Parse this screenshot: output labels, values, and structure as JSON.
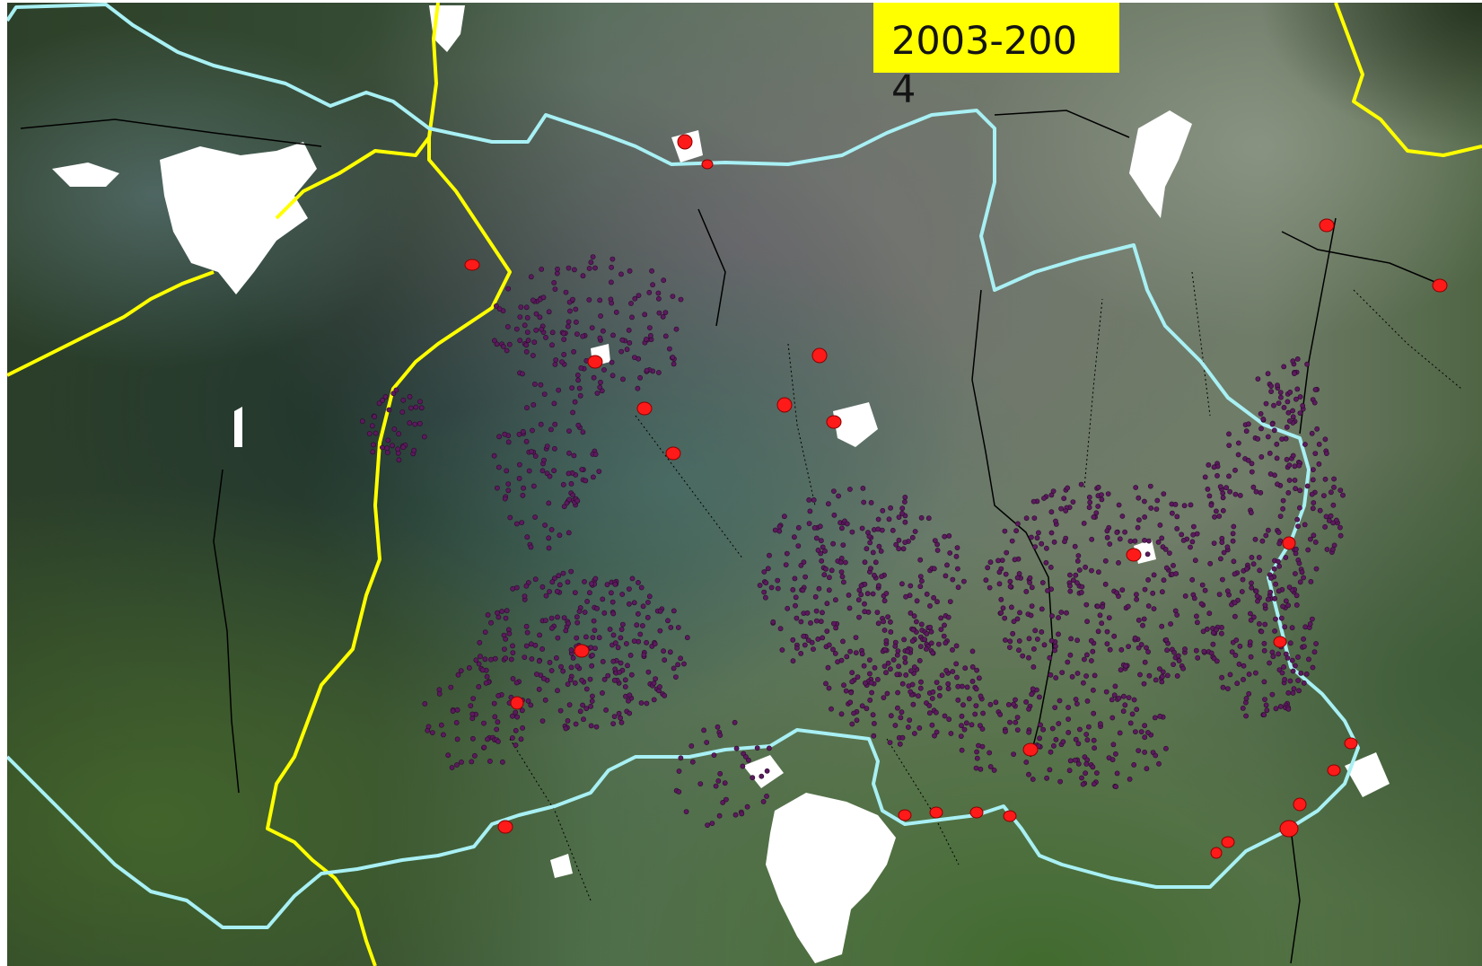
{
  "map": {
    "year_label": "2003-2004",
    "colors": {
      "label_background": "#ffff00",
      "label_text": "#141414",
      "border_yellow": "#ffff00",
      "border_cyan": "#a8f0f4",
      "fire_points": "#5c1a5e",
      "settlements": "#ff1a1a",
      "cleared_areas": "#ffffff",
      "roads": "#000000"
    },
    "layers": [
      "satellite-imagery",
      "country-border",
      "protected-area-boundary",
      "roads-and-tracks",
      "cleared-areas",
      "fire-detections",
      "settlements"
    ]
  }
}
